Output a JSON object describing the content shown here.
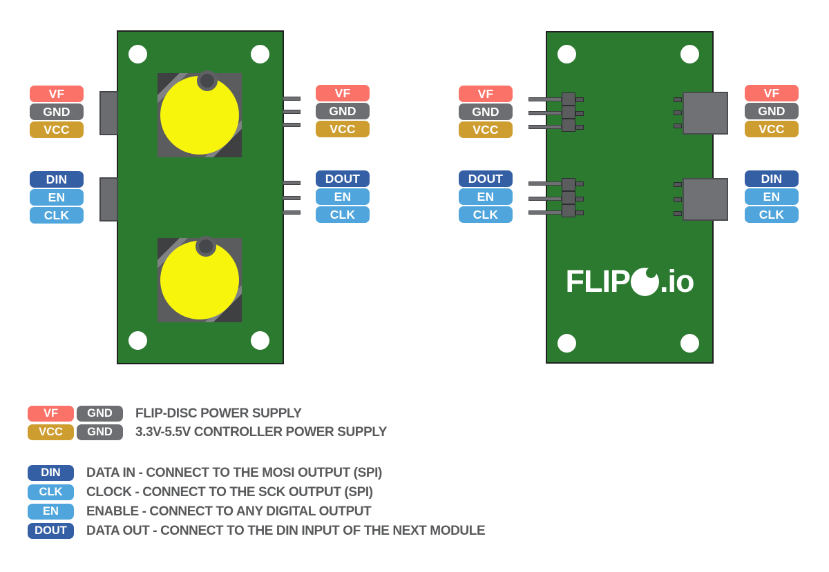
{
  "colors": {
    "board_green": "#2B7A30",
    "disc_yellow": "#F8F50D",
    "vf": "#FA7268",
    "gnd": "#6D6E71",
    "vcc": "#CE9D30",
    "dark_blue": "#355FA5",
    "light_blue": "#4FA5DC",
    "legend_text": "#58595B",
    "logo_white": "#FFFFFF"
  },
  "front_board": {
    "left_top": [
      "VF",
      "GND",
      "VCC"
    ],
    "left_bottom": [
      "DIN",
      "EN",
      "CLK"
    ],
    "right_top": [
      "VF",
      "GND",
      "VCC"
    ],
    "right_bottom": [
      "DOUT",
      "EN",
      "CLK"
    ]
  },
  "back_board": {
    "left_top": [
      "VF",
      "GND",
      "VCC"
    ],
    "left_bottom": [
      "DOUT",
      "EN",
      "CLK"
    ],
    "right_top": [
      "VF",
      "GND",
      "VCC"
    ],
    "right_bottom": [
      "DIN",
      "EN",
      "CLK"
    ],
    "logo_prefix": "FLIP",
    "logo_suffix": ".io"
  },
  "legend": {
    "power": [
      {
        "badge1": "VF",
        "badge2": "GND",
        "text": "FLIP-DISC POWER SUPPLY"
      },
      {
        "badge1": "VCC",
        "badge2": "GND",
        "text": "3.3V-5.5V CONTROLLER POWER SUPPLY"
      }
    ],
    "signals": [
      {
        "badge": "DIN",
        "text": "DATA IN - CONNECT TO THE MOSI OUTPUT (SPI)"
      },
      {
        "badge": "CLK",
        "text": "CLOCK - CONNECT TO THE SCK OUTPUT (SPI)"
      },
      {
        "badge": "EN",
        "text": "ENABLE - CONNECT TO ANY DIGITAL OUTPUT"
      },
      {
        "badge": "DOUT",
        "text": "DATA OUT - CONNECT TO THE DIN INPUT OF THE NEXT MODULE"
      }
    ]
  }
}
